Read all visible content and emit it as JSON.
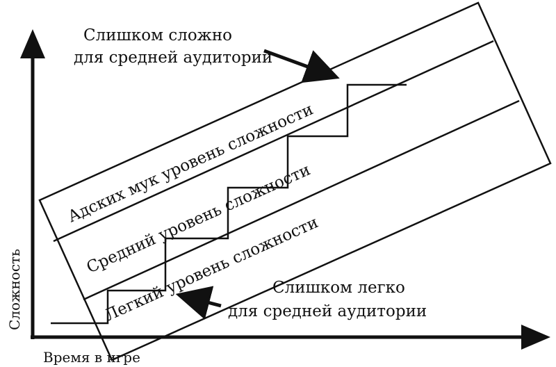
{
  "axes": {
    "y_label": "Сложность",
    "x_label": "Время в игре"
  },
  "bands": {
    "hard": "Адских мук уровень сложности",
    "medium": "Средний уровень сложности",
    "easy": "Легкий уровень сложности"
  },
  "annotations": {
    "too_hard": [
      "Слишком сложно",
      "для средней аудитории"
    ],
    "too_easy": [
      "Слишком легко",
      "для средней аудитории"
    ]
  },
  "colors": {
    "ink": "#111111",
    "background": "#ffffff"
  }
}
